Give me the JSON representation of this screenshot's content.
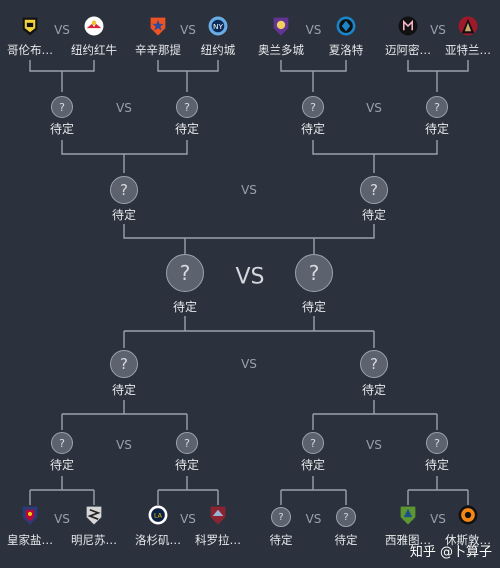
{
  "vs_label": "VS",
  "tbd_label": "待定",
  "question_mark": "?",
  "credit": "知乎 @卜算子",
  "colors": {
    "background": "#2c323d",
    "line": "#9aa1ab",
    "slot": "#5c636e"
  },
  "top_teams": [
    {
      "name": "哥伦布…",
      "icon": "columbus-crew-crest-icon"
    },
    {
      "name": "纽约红牛",
      "icon": "red-bulls-crest-icon"
    },
    {
      "name": "辛辛那提",
      "icon": "fc-cincinnati-crest-icon"
    },
    {
      "name": "纽约城",
      "icon": "nycfc-crest-icon"
    },
    {
      "name": "奥兰多城",
      "icon": "orlando-city-crest-icon"
    },
    {
      "name": "夏洛特",
      "icon": "charlotte-fc-crest-icon"
    },
    {
      "name": "迈阿密…",
      "icon": "inter-miami-crest-icon"
    },
    {
      "name": "亚特兰…",
      "icon": "atlanta-united-crest-icon"
    }
  ],
  "bottom_teams": [
    {
      "name": "皇家盐…",
      "icon": "real-salt-lake-crest-icon"
    },
    {
      "name": "明尼苏…",
      "icon": "minnesota-united-crest-icon"
    },
    {
      "name": "洛杉矶…",
      "icon": "la-galaxy-crest-icon"
    },
    {
      "name": "科罗拉…",
      "icon": "colorado-rapids-crest-icon"
    },
    {
      "name": "待定",
      "icon": "question-icon"
    },
    {
      "name": "待定",
      "icon": "question-icon"
    },
    {
      "name": "西雅图…",
      "icon": "seattle-sounders-crest-icon"
    },
    {
      "name": "休斯敦…",
      "icon": "houston-dynamo-crest-icon"
    }
  ]
}
